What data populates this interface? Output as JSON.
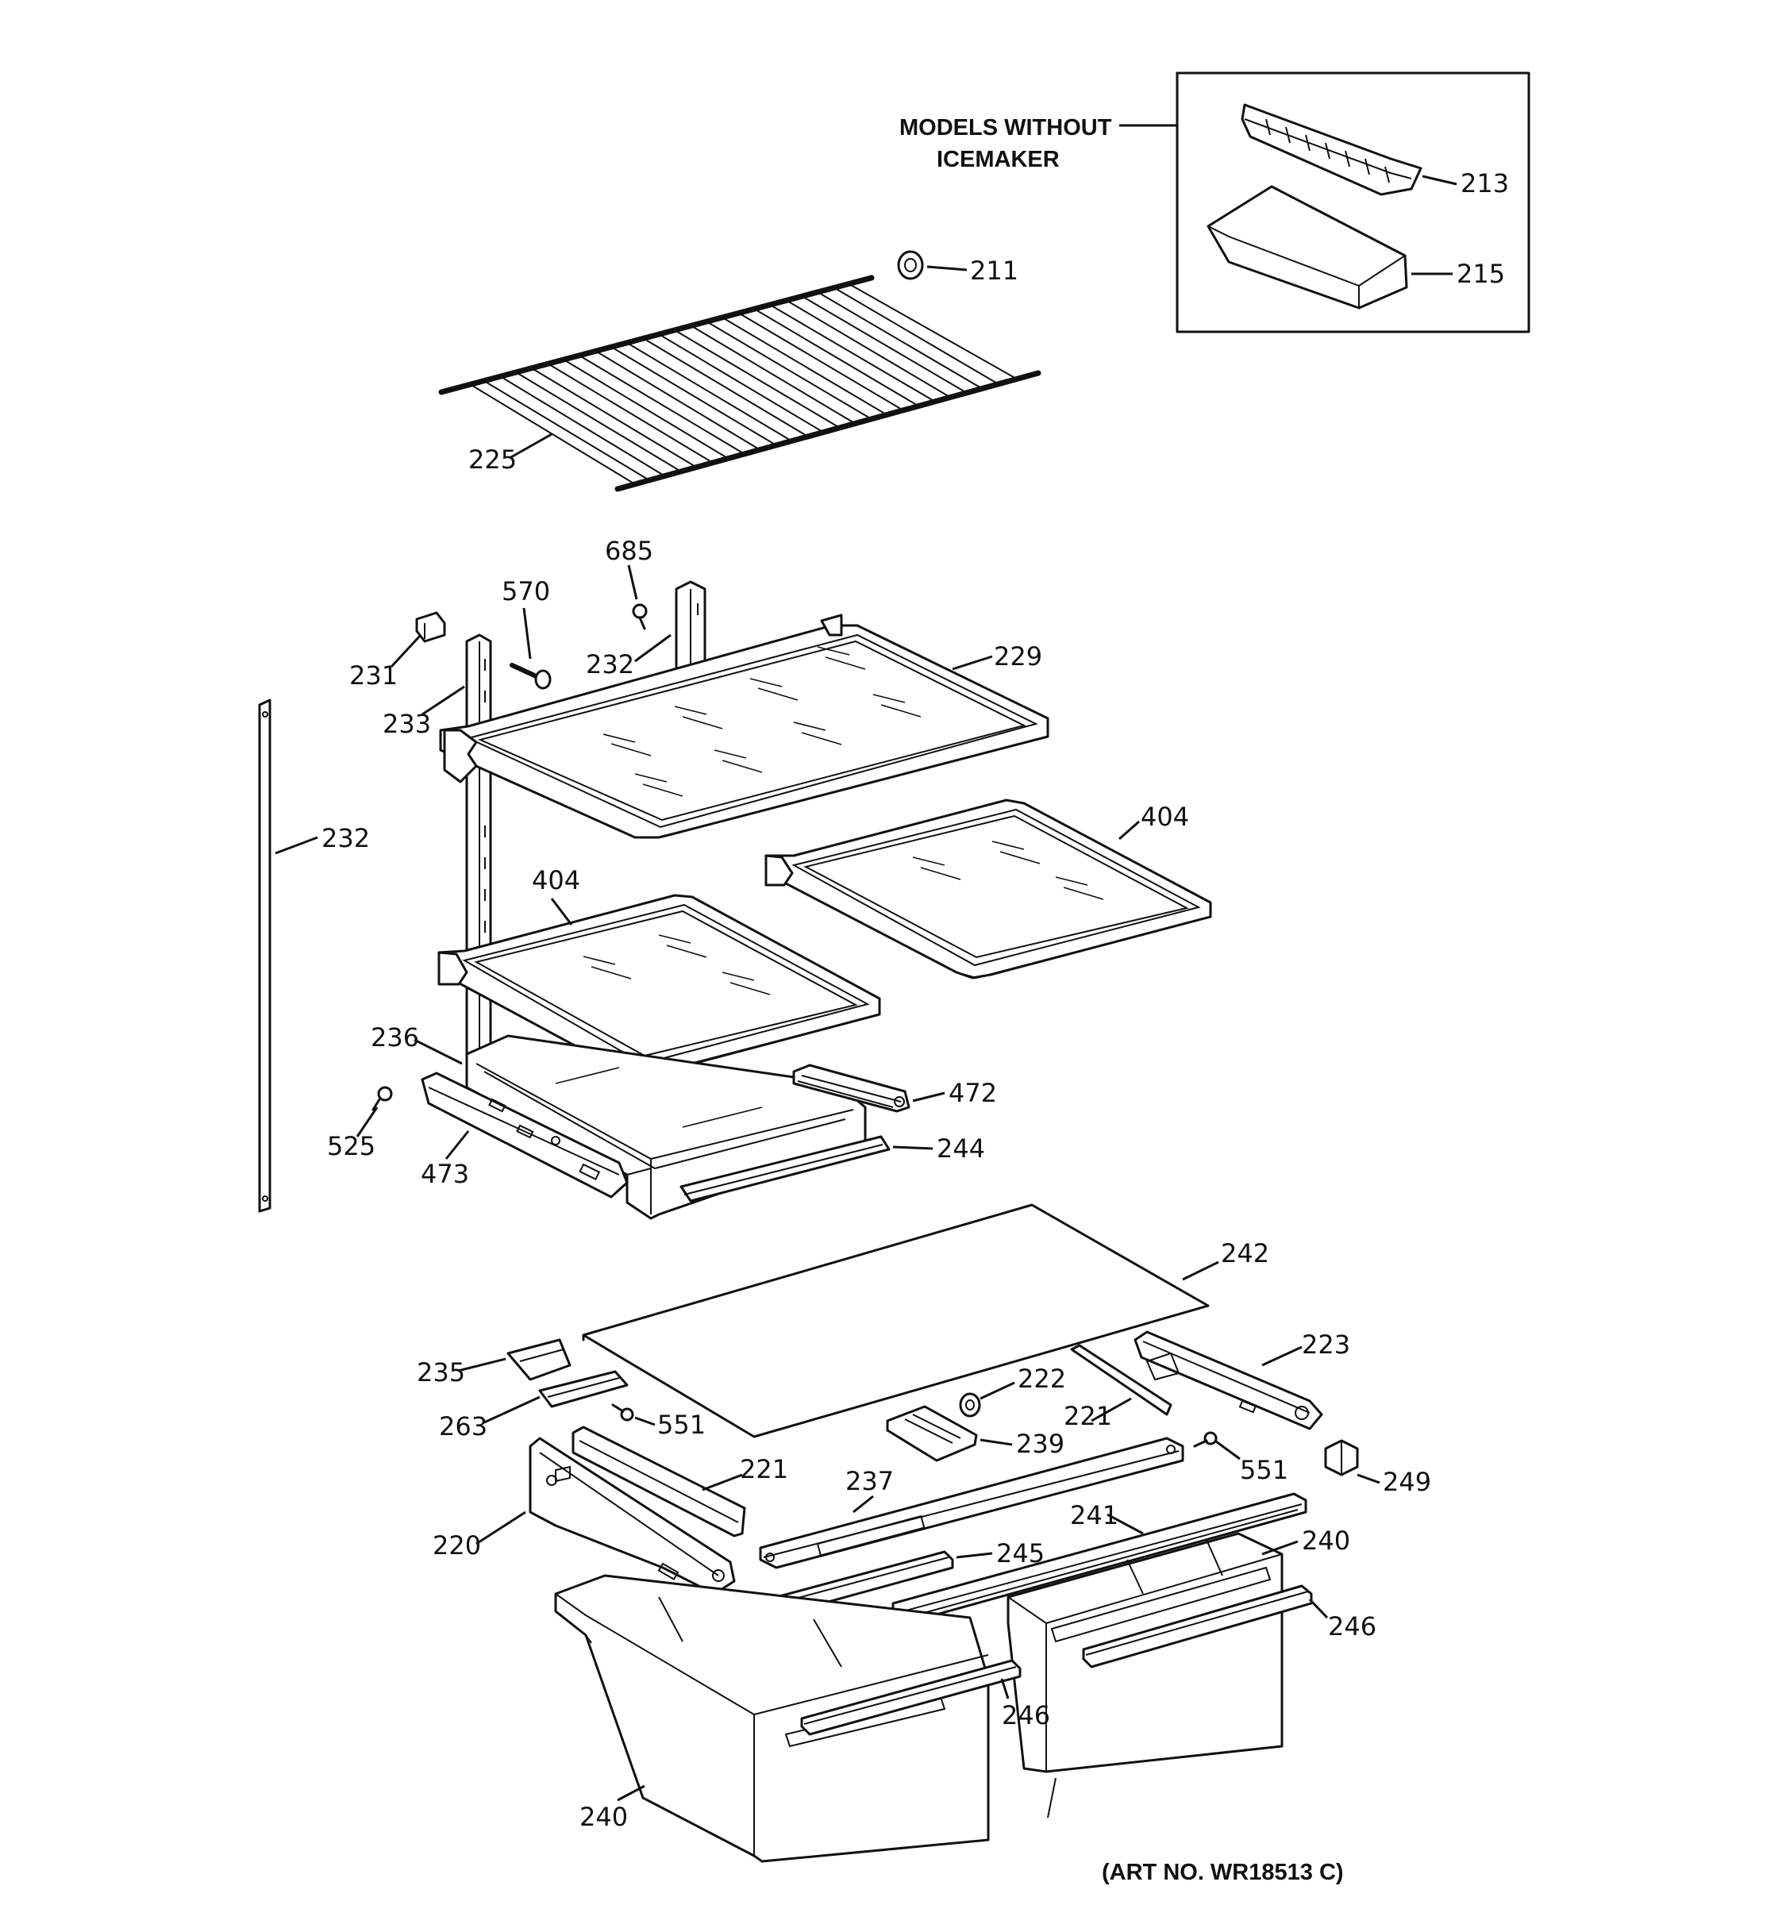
{
  "inset": {
    "caption_line1": "MODELS WITHOUT",
    "caption_line2": "ICEMAKER"
  },
  "art_number": "(ART NO. WR18513 C)",
  "callouts": {
    "c213": "213",
    "c215": "215",
    "c211": "211",
    "c225": "225",
    "c685": "685",
    "c570": "570",
    "c231": "231",
    "c232_top": "232",
    "c229": "229",
    "c233": "233",
    "c232_left": "232",
    "c404_right": "404",
    "c404_left": "404",
    "c236": "236",
    "c472": "472",
    "c525": "525",
    "c473": "473",
    "c244": "244",
    "c242": "242",
    "c235": "235",
    "c222": "222",
    "c223": "223",
    "c263": "263",
    "c551_left": "551",
    "c221_right": "221",
    "c239": "239",
    "c551_right": "551",
    "c249": "249",
    "c221_left": "221",
    "c237": "237",
    "c241": "241",
    "c220": "220",
    "c245": "245",
    "c240_right": "240",
    "c246_right": "246",
    "c246_center": "246",
    "c240_left": "240"
  }
}
